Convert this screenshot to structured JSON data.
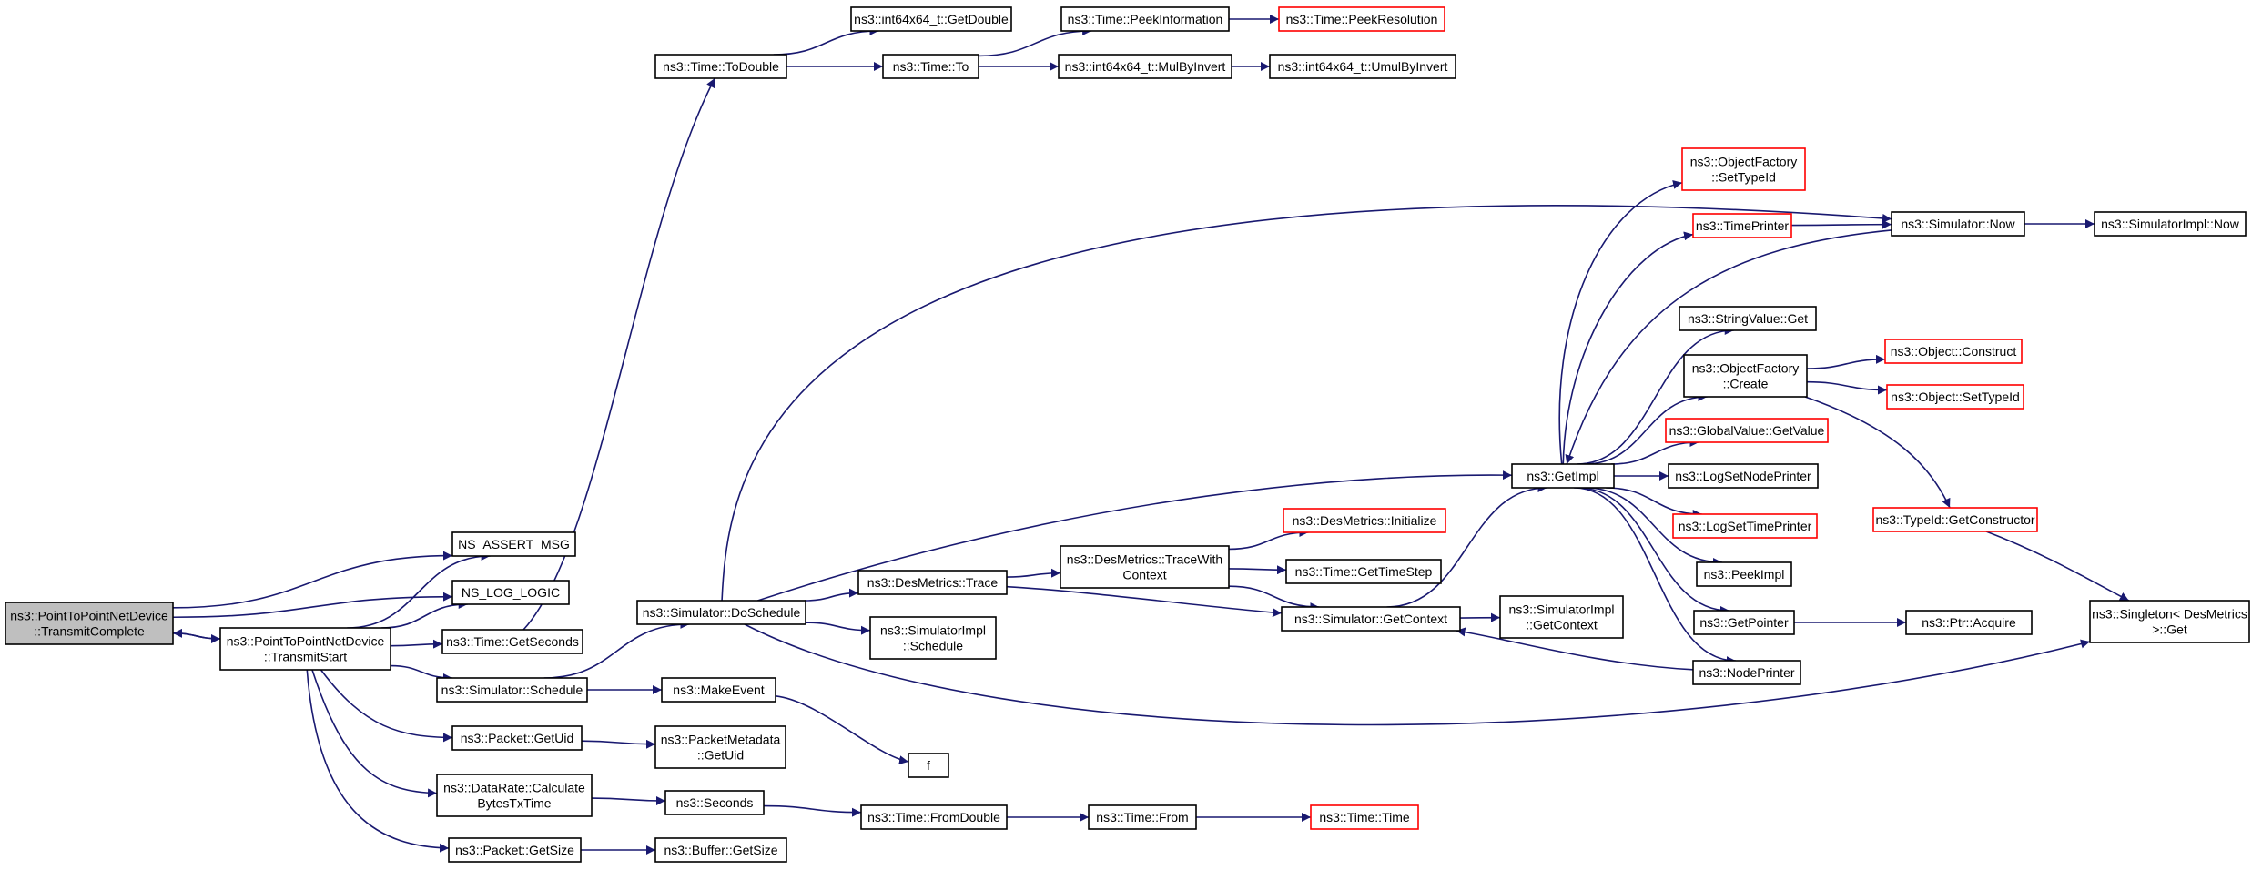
{
  "nodes": [
    {
      "id": "n1",
      "lines": [
        "ns3::PointToPointNetDevice",
        "::TransmitComplete"
      ],
      "style": "root"
    },
    {
      "id": "n2",
      "lines": [
        "NS_ASSERT_MSG"
      ],
      "style": "normal"
    },
    {
      "id": "n3",
      "lines": [
        "NS_LOG_LOGIC"
      ],
      "style": "normal"
    },
    {
      "id": "n4",
      "lines": [
        "ns3::PointToPointNetDevice",
        "::TransmitStart"
      ],
      "style": "normal"
    },
    {
      "id": "n5",
      "lines": [
        "ns3::Time::GetSeconds"
      ],
      "style": "normal"
    },
    {
      "id": "n6",
      "lines": [
        "ns3::Simulator::Schedule"
      ],
      "style": "normal"
    },
    {
      "id": "n7",
      "lines": [
        "ns3::Packet::GetUid"
      ],
      "style": "normal"
    },
    {
      "id": "n8",
      "lines": [
        "ns3::DataRate::Calculate",
        "BytesTxTime"
      ],
      "style": "normal"
    },
    {
      "id": "n9",
      "lines": [
        "ns3::Packet::GetSize"
      ],
      "style": "normal"
    },
    {
      "id": "n10",
      "lines": [
        "ns3::Time::ToDouble"
      ],
      "style": "normal"
    },
    {
      "id": "n11",
      "lines": [
        "ns3::int64x64_t::GetDouble"
      ],
      "style": "normal"
    },
    {
      "id": "n12",
      "lines": [
        "ns3::Time::To"
      ],
      "style": "normal"
    },
    {
      "id": "n13",
      "lines": [
        "ns3::Time::PeekInformation"
      ],
      "style": "normal"
    },
    {
      "id": "n14",
      "lines": [
        "ns3::Time::PeekResolution"
      ],
      "style": "truncated"
    },
    {
      "id": "n15",
      "lines": [
        "ns3::int64x64_t::MulByInvert"
      ],
      "style": "normal"
    },
    {
      "id": "n16",
      "lines": [
        "ns3::int64x64_t::UmulByInvert"
      ],
      "style": "normal"
    },
    {
      "id": "n17",
      "lines": [
        "ns3::Simulator::DoSchedule"
      ],
      "style": "normal"
    },
    {
      "id": "n18",
      "lines": [
        "ns3::DesMetrics::Trace"
      ],
      "style": "normal"
    },
    {
      "id": "n19",
      "lines": [
        "ns3::SimulatorImpl",
        "::Schedule"
      ],
      "style": "normal"
    },
    {
      "id": "n20",
      "lines": [
        "ns3::MakeEvent"
      ],
      "style": "normal"
    },
    {
      "id": "n21",
      "lines": [
        "f"
      ],
      "style": "normal"
    },
    {
      "id": "n22",
      "lines": [
        "ns3::PacketMetadata",
        "::GetUid"
      ],
      "style": "normal"
    },
    {
      "id": "n23",
      "lines": [
        "ns3::Seconds"
      ],
      "style": "normal"
    },
    {
      "id": "n24",
      "lines": [
        "ns3::Buffer::GetSize"
      ],
      "style": "normal"
    },
    {
      "id": "n25",
      "lines": [
        "ns3::Time::FromDouble"
      ],
      "style": "normal"
    },
    {
      "id": "n26",
      "lines": [
        "ns3::Time::From"
      ],
      "style": "normal"
    },
    {
      "id": "n27",
      "lines": [
        "ns3::Time::Time"
      ],
      "style": "truncated"
    },
    {
      "id": "n28",
      "lines": [
        "ns3::DesMetrics::TraceWith",
        "Context"
      ],
      "style": "normal"
    },
    {
      "id": "n29",
      "lines": [
        "ns3::DesMetrics::Initialize"
      ],
      "style": "truncated"
    },
    {
      "id": "n30",
      "lines": [
        "ns3::Time::GetTimeStep"
      ],
      "style": "normal"
    },
    {
      "id": "n31",
      "lines": [
        "ns3::Simulator::GetContext"
      ],
      "style": "normal"
    },
    {
      "id": "n32",
      "lines": [
        "ns3::SimulatorImpl",
        "::GetContext"
      ],
      "style": "normal"
    },
    {
      "id": "n33",
      "lines": [
        "ns3::GetImpl"
      ],
      "style": "normal"
    },
    {
      "id": "n34",
      "lines": [
        "ns3::ObjectFactory",
        "::SetTypeId"
      ],
      "style": "truncated"
    },
    {
      "id": "n35",
      "lines": [
        "ns3::TimePrinter"
      ],
      "style": "truncated"
    },
    {
      "id": "n36",
      "lines": [
        "ns3::StringValue::Get"
      ],
      "style": "normal"
    },
    {
      "id": "n37",
      "lines": [
        "ns3::ObjectFactory",
        "::Create"
      ],
      "style": "normal"
    },
    {
      "id": "n38",
      "lines": [
        "ns3::GlobalValue::GetValue"
      ],
      "style": "truncated"
    },
    {
      "id": "n39",
      "lines": [
        "ns3::LogSetNodePrinter"
      ],
      "style": "normal"
    },
    {
      "id": "n40",
      "lines": [
        "ns3::LogSetTimePrinter"
      ],
      "style": "truncated"
    },
    {
      "id": "n41",
      "lines": [
        "ns3::PeekImpl"
      ],
      "style": "normal"
    },
    {
      "id": "n42",
      "lines": [
        "ns3::GetPointer"
      ],
      "style": "normal"
    },
    {
      "id": "n43",
      "lines": [
        "ns3::NodePrinter"
      ],
      "style": "normal"
    },
    {
      "id": "n44",
      "lines": [
        "ns3::Simulator::Now"
      ],
      "style": "normal"
    },
    {
      "id": "n45",
      "lines": [
        "ns3::SimulatorImpl::Now"
      ],
      "style": "normal"
    },
    {
      "id": "n46",
      "lines": [
        "ns3::Object::Construct"
      ],
      "style": "truncated"
    },
    {
      "id": "n47",
      "lines": [
        "ns3::Object::SetTypeId"
      ],
      "style": "truncated"
    },
    {
      "id": "n48",
      "lines": [
        "ns3::TypeId::GetConstructor"
      ],
      "style": "truncated"
    },
    {
      "id": "n49",
      "lines": [
        "ns3::Singleton< DesMetrics",
        ">::Get"
      ],
      "style": "normal"
    },
    {
      "id": "n50",
      "lines": [
        "ns3::Ptr::Acquire"
      ],
      "style": "normal"
    }
  ],
  "edges": [
    [
      "n1",
      "n2"
    ],
    [
      "n1",
      "n3"
    ],
    [
      "n1",
      "n4"
    ],
    [
      "n4",
      "n1"
    ],
    [
      "n4",
      "n2"
    ],
    [
      "n4",
      "n3"
    ],
    [
      "n4",
      "n5"
    ],
    [
      "n4",
      "n6"
    ],
    [
      "n4",
      "n7"
    ],
    [
      "n4",
      "n8"
    ],
    [
      "n4",
      "n9"
    ],
    [
      "n5",
      "n10"
    ],
    [
      "n10",
      "n11"
    ],
    [
      "n10",
      "n12"
    ],
    [
      "n12",
      "n13"
    ],
    [
      "n12",
      "n15"
    ],
    [
      "n13",
      "n14"
    ],
    [
      "n15",
      "n16"
    ],
    [
      "n6",
      "n17"
    ],
    [
      "n6",
      "n20"
    ],
    [
      "n20",
      "n21"
    ],
    [
      "n17",
      "n44"
    ],
    [
      "n17",
      "n33"
    ],
    [
      "n17",
      "n18"
    ],
    [
      "n17",
      "n19"
    ],
    [
      "n17",
      "n49"
    ],
    [
      "n18",
      "n28"
    ],
    [
      "n18",
      "n31"
    ],
    [
      "n28",
      "n29"
    ],
    [
      "n28",
      "n30"
    ],
    [
      "n28",
      "n31"
    ],
    [
      "n31",
      "n32"
    ],
    [
      "n31",
      "n33"
    ],
    [
      "n43",
      "n31"
    ],
    [
      "n33",
      "n34"
    ],
    [
      "n33",
      "n35"
    ],
    [
      "n33",
      "n36"
    ],
    [
      "n33",
      "n37"
    ],
    [
      "n33",
      "n38"
    ],
    [
      "n33",
      "n39"
    ],
    [
      "n33",
      "n40"
    ],
    [
      "n33",
      "n41"
    ],
    [
      "n33",
      "n42"
    ],
    [
      "n33",
      "n43"
    ],
    [
      "n35",
      "n44"
    ],
    [
      "n44",
      "n45"
    ],
    [
      "n44",
      "n33"
    ],
    [
      "n37",
      "n46"
    ],
    [
      "n37",
      "n47"
    ],
    [
      "n37",
      "n48"
    ],
    [
      "n48",
      "n49"
    ],
    [
      "n42",
      "n50"
    ],
    [
      "n7",
      "n22"
    ],
    [
      "n8",
      "n23"
    ],
    [
      "n23",
      "n25"
    ],
    [
      "n25",
      "n26"
    ],
    [
      "n26",
      "n27"
    ],
    [
      "n9",
      "n24"
    ]
  ],
  "colors": {
    "edge": "#191970",
    "normal_border": "#000000",
    "truncated_border": "#ff0000",
    "root_fill": "#bfbfbf"
  }
}
